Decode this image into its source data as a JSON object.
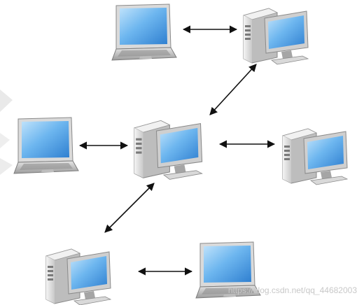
{
  "diagram": {
    "nodes": [
      {
        "id": "laptop-top",
        "kind": "laptop"
      },
      {
        "id": "desktop-top",
        "kind": "desktop"
      },
      {
        "id": "laptop-left",
        "kind": "laptop"
      },
      {
        "id": "desktop-center",
        "kind": "desktop"
      },
      {
        "id": "desktop-right",
        "kind": "desktop"
      },
      {
        "id": "desktop-bottom",
        "kind": "desktop"
      },
      {
        "id": "laptop-bottom",
        "kind": "laptop"
      }
    ],
    "edges": [
      {
        "from": "laptop-top",
        "to": "desktop-top",
        "direction": "both"
      },
      {
        "from": "desktop-top",
        "to": "desktop-center",
        "direction": "both"
      },
      {
        "from": "laptop-left",
        "to": "desktop-center",
        "direction": "both"
      },
      {
        "from": "desktop-center",
        "to": "desktop-right",
        "direction": "both"
      },
      {
        "from": "desktop-center",
        "to": "desktop-bottom",
        "direction": "both"
      },
      {
        "from": "desktop-bottom",
        "to": "laptop-bottom",
        "direction": "both"
      }
    ],
    "colors": {
      "screen": "#4a9fe6",
      "screen_light": "#9fd0f6",
      "case": "#dcdcdc",
      "case_dark": "#a9a9a9",
      "arrow": "#111111"
    }
  },
  "watermark": "https://blog.csdn.net/qq_44682003"
}
